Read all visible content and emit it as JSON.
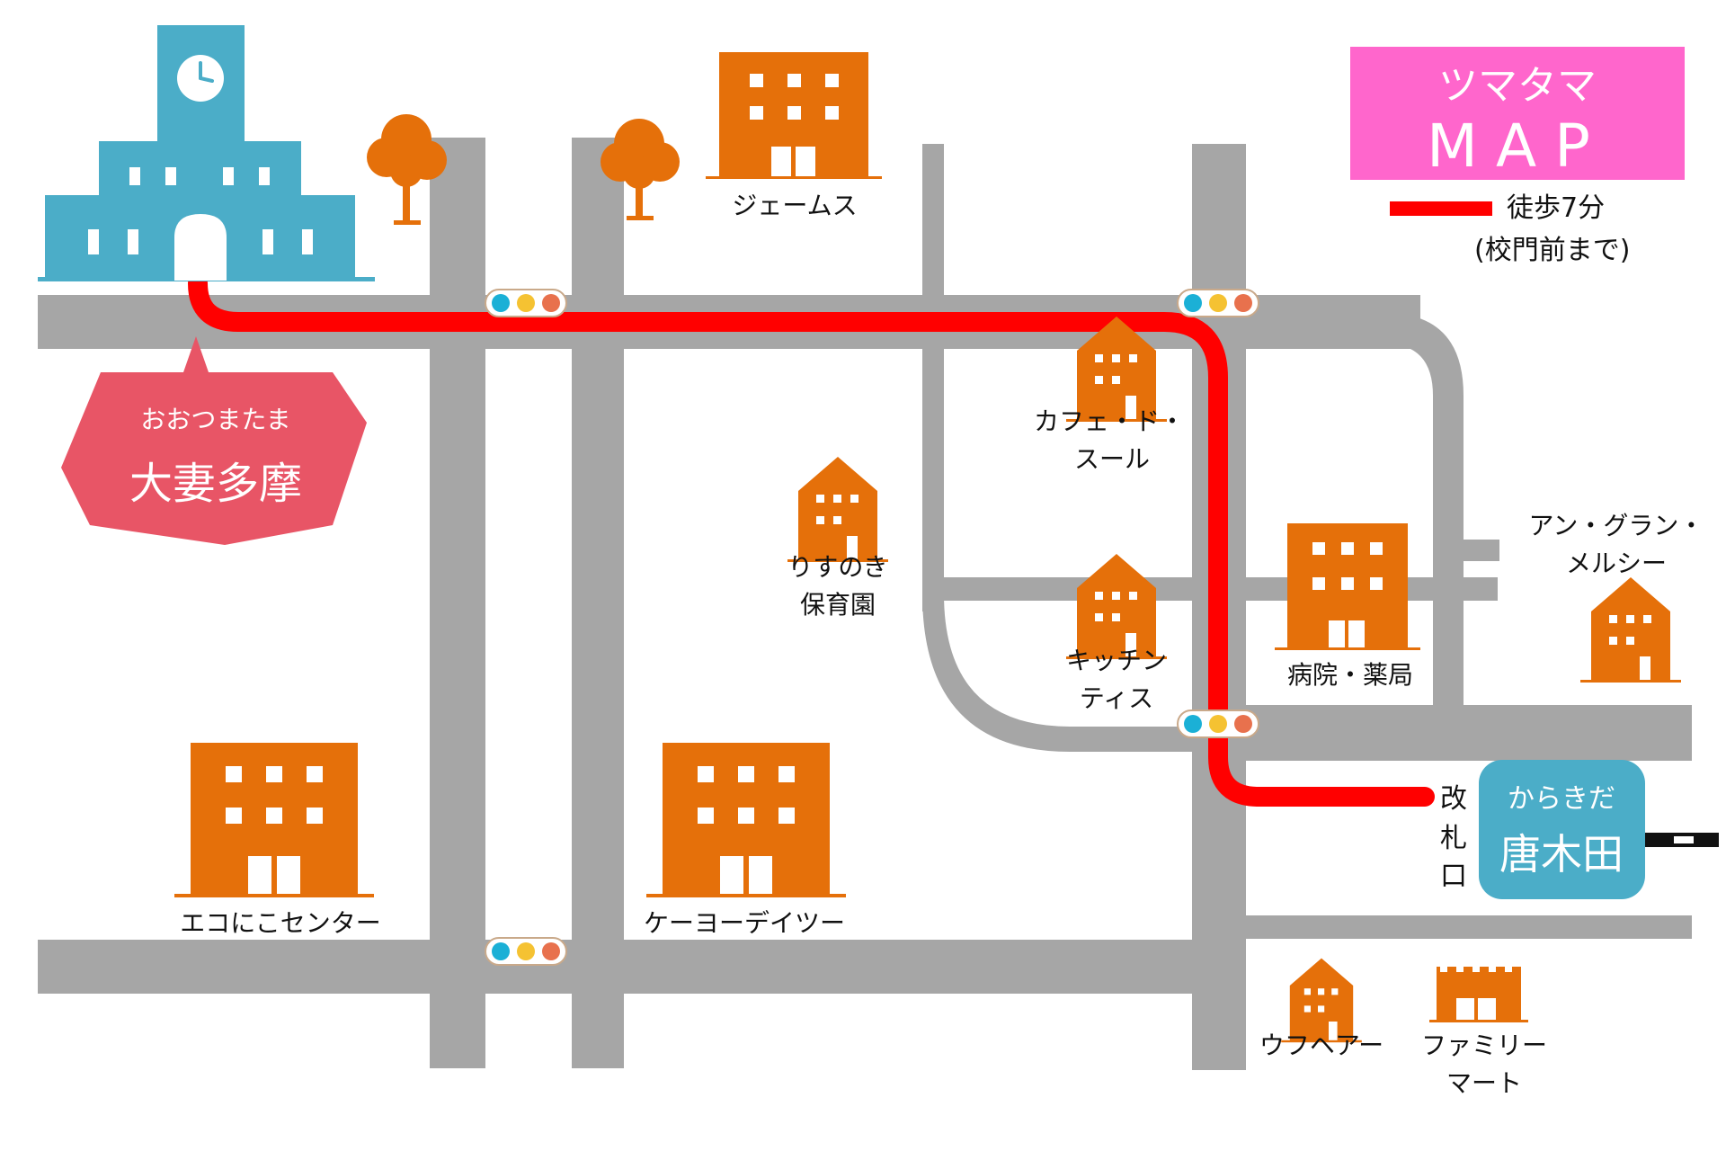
{
  "title": {
    "line1": "ツマタマ",
    "line2": "MAP",
    "bg_color": "#ff66cc",
    "text_color": "#ffffff"
  },
  "legend": {
    "line1": "徒歩7分",
    "line2": "(校門前まで)",
    "route_color": "#ff0000"
  },
  "school": {
    "reading": "おおつまたま",
    "name": "大妻多摩",
    "icon": "school-building-icon",
    "color": "#4badc8",
    "bubble_color": "#e85566"
  },
  "station": {
    "reading": "からきだ",
    "name": "唐木田",
    "gate": [
      "改",
      "札",
      "口"
    ],
    "color": "#4badc8"
  },
  "places": {
    "james": "ジェームス",
    "cafe": [
      "カフェ・ド・",
      "スール"
    ],
    "risunoki": [
      "りすのき",
      "保育園"
    ],
    "kitchen": [
      "キッチン",
      "ティス"
    ],
    "hospital": "病院・薬局",
    "angran": [
      "アン・グラン・",
      "メルシー"
    ],
    "eco": "エコにこセンター",
    "keiyo": "ケーヨーデイツー",
    "ufu": "ウフヘアー",
    "family": [
      "ファミリー",
      "マート"
    ]
  },
  "colors": {
    "road": "#a6a6a6",
    "building": "#e5700a",
    "tree": "#e5700a"
  },
  "icons": {
    "traffic_light": "traffic-light-icon",
    "tree": "tree-icon",
    "building": "building-icon",
    "house": "house-icon",
    "railway": "railway-icon"
  }
}
